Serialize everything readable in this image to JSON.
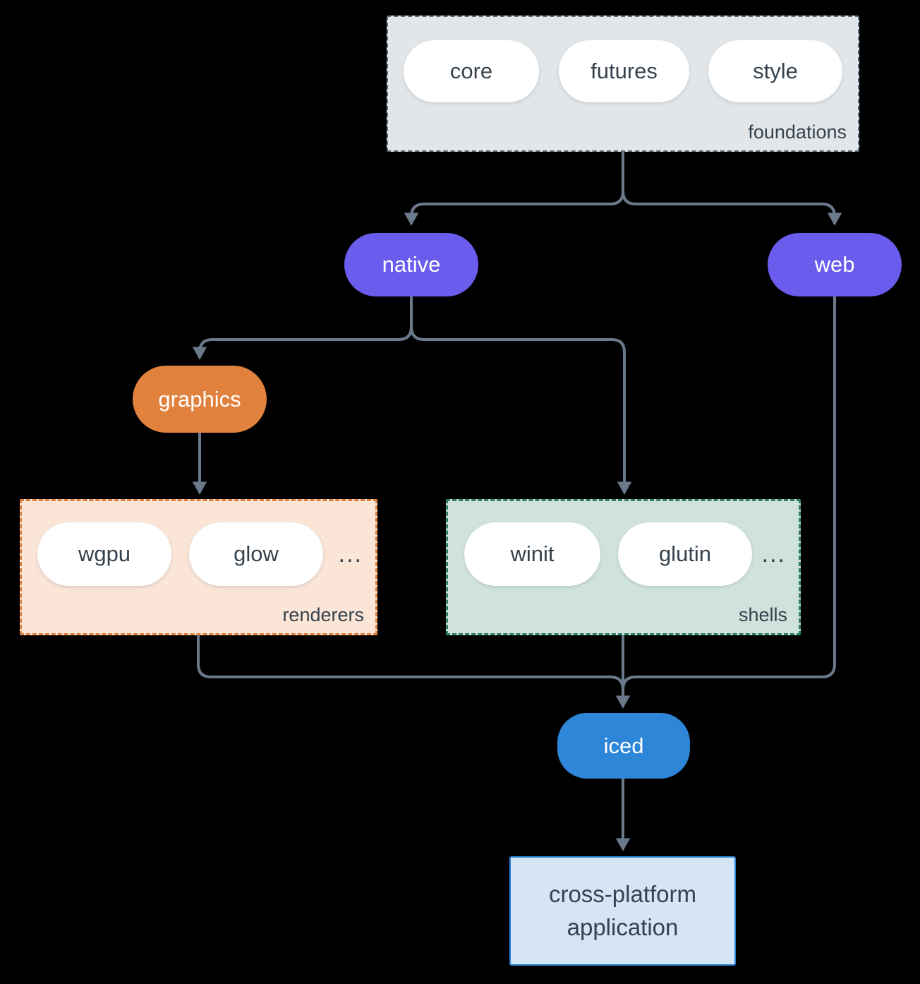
{
  "diagram": {
    "foundations": {
      "pills": [
        "core",
        "futures",
        "style"
      ],
      "label": "foundations"
    },
    "native": {
      "label": "native"
    },
    "web": {
      "label": "web"
    },
    "graphics": {
      "label": "graphics"
    },
    "renderers": {
      "pills": [
        "wgpu",
        "glow"
      ],
      "ellipsis": "...",
      "label": "renderers"
    },
    "shells": {
      "pills": [
        "winit",
        "glutin"
      ],
      "ellipsis": "...",
      "label": "shells"
    },
    "iced": {
      "label": "iced"
    },
    "application": {
      "line1": "cross-platform",
      "line2": "application"
    },
    "colors": {
      "background": "#000000",
      "node_purple": "#6a5cec",
      "node_orange": "#e1813e",
      "node_blue": "#2e86d8",
      "foundations_fill": "#e2e6e9",
      "foundations_border": "#5d6b7a",
      "renderers_fill": "#fae5d7",
      "renderers_border": "#e1813e",
      "shells_fill": "#d0e2dc",
      "shells_border": "#2d7e6b",
      "application_fill": "#d6e5f5",
      "application_border": "#2e86d8",
      "connector": "#6b7a8b",
      "text_dark": "#35424d",
      "text_light": "#ffffff"
    }
  }
}
